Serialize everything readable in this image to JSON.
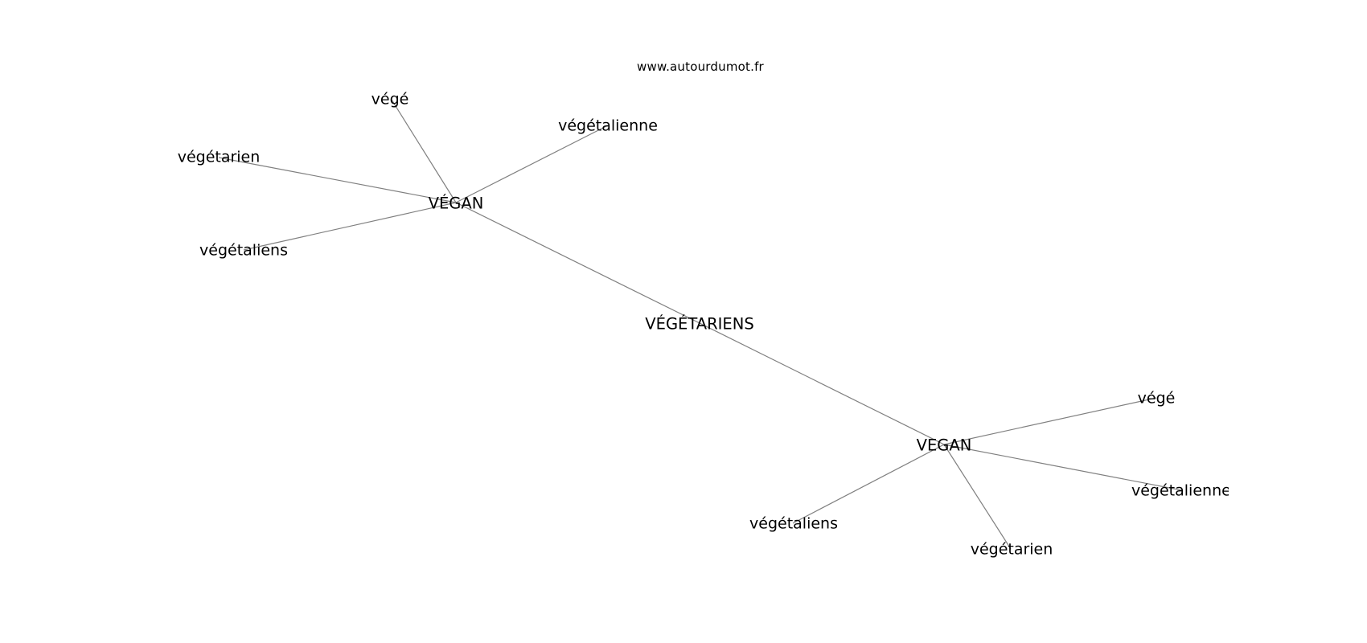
{
  "source": "www.autourdumot.fr",
  "center": "VÉGÉTARIENS",
  "hub_a": {
    "label": "VÉGAN",
    "leaves": [
      "végé",
      "végétalienne",
      "végétarien",
      "végétaliens"
    ]
  },
  "hub_b": {
    "label": "VEGAN",
    "leaves": [
      "végé",
      "végétalienne",
      "végétaliens",
      "végétarien"
    ]
  },
  "edge_color": "#808080"
}
